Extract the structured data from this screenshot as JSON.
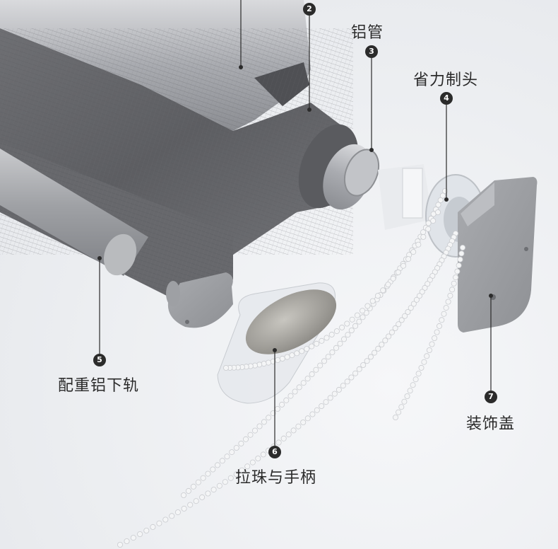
{
  "callouts": [
    {
      "number": "2",
      "label": ""
    },
    {
      "number": "3",
      "label": "铝管"
    },
    {
      "number": "4",
      "label": "省力制头"
    },
    {
      "number": "5",
      "label": "配重铝下轨"
    },
    {
      "number": "6",
      "label": "拉珠与手柄"
    },
    {
      "number": "7",
      "label": "装饰盖"
    }
  ]
}
